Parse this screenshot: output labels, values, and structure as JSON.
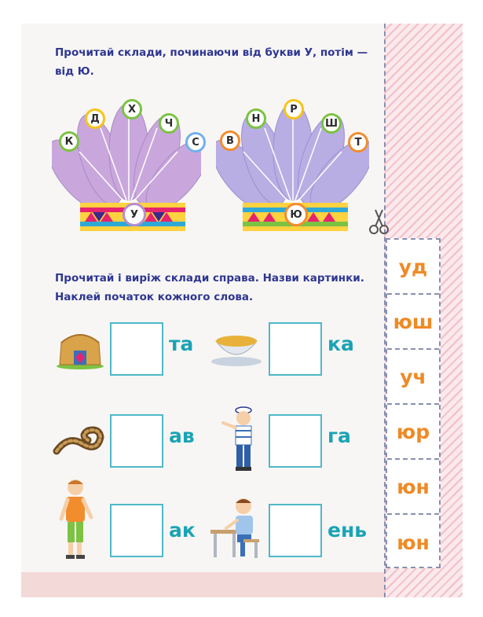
{
  "task1": {
    "line1": "Прочитай склади, починаючи від букви У, потім —",
    "line2": "від Ю."
  },
  "headdress1": {
    "beads": [
      "К",
      "Д",
      "Х",
      "Ч",
      "С"
    ],
    "center": "У"
  },
  "headdress2": {
    "beads": [
      "В",
      "Н",
      "Р",
      "Ш",
      "Т"
    ],
    "center": "Ю"
  },
  "task2": {
    "line1": "Прочитай і виріж склади справа. Назви картинки.",
    "line2": "Наклей початок кожного слова."
  },
  "words": [
    {
      "picture": "yurt",
      "ending": "та"
    },
    {
      "picture": "soup-bowl",
      "ending": "ка"
    },
    {
      "picture": "snake",
      "ending": "ав"
    },
    {
      "picture": "sailor-boy",
      "ending": "га"
    },
    {
      "picture": "walking-boy",
      "ending": "ак"
    },
    {
      "picture": "student-at-desk",
      "ending": "ень"
    }
  ],
  "cards": [
    "уд",
    "юш",
    "уч",
    "юр",
    "юн",
    "юн"
  ],
  "colors": {
    "instruction": "#2e3692",
    "ending": "#1aa3b5",
    "card_text": "#ef8a25",
    "box_border": "#4fb8c8"
  }
}
